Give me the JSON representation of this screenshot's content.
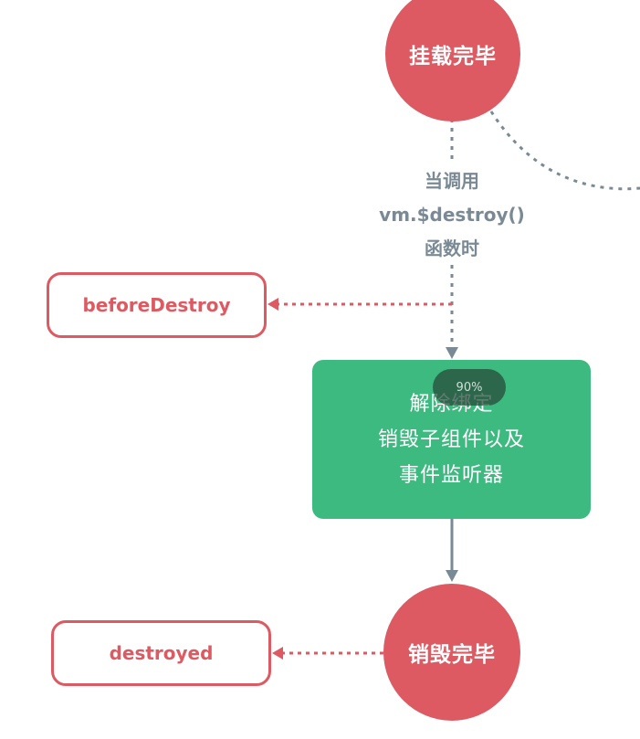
{
  "nodes": {
    "mounted": "挂载完毕",
    "destroyed_state": "销毁完毕"
  },
  "hooks": {
    "before_destroy": "beforeDestroy",
    "destroyed": "destroyed"
  },
  "trigger": {
    "line1": "当调用",
    "line2": "vm.$destroy()",
    "line3": "函数时"
  },
  "process": {
    "line1": "解除绑定",
    "line2": "销毁子组件以及",
    "line3": "事件监听器"
  },
  "overlay": {
    "zoom": "90%"
  },
  "colors": {
    "node_red": "#dd5a62",
    "process_green": "#3dba7f",
    "connector_gray": "#7a8a95",
    "hook_border": "#dd5a62"
  }
}
